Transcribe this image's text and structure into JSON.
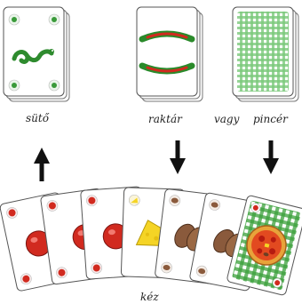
{
  "labels": {
    "oven": "sütő",
    "storage": "raktár",
    "or": "vagy",
    "waiter": "pincér",
    "hand": "kéz"
  },
  "decks": {
    "oven_card": {
      "icon": "green-worm-icon",
      "count": 3
    },
    "storage_card": {
      "icon": "mamma-mia-logo",
      "count": 3
    },
    "waiter_card": {
      "icon": "green-checkered-card-back",
      "count": 3
    }
  },
  "arrows": [
    {
      "from": "hand",
      "to": "oven",
      "direction": "up"
    },
    {
      "from": "storage",
      "to": "hand",
      "direction": "down"
    },
    {
      "from": "waiter",
      "to": "hand",
      "direction": "down"
    }
  ],
  "hand_cards": [
    {
      "ingredient": "tomato",
      "icon": "tomato-icon"
    },
    {
      "ingredient": "tomato",
      "icon": "tomato-icon"
    },
    {
      "ingredient": "tomato",
      "icon": "tomato-icon"
    },
    {
      "ingredient": "cheese",
      "icon": "cheese-icon"
    },
    {
      "ingredient": "mushroom",
      "icon": "mushroom-icon"
    },
    {
      "ingredient": "mushroom",
      "icon": "mushroom-icon"
    },
    {
      "ingredient": "pizza order",
      "icon": "pizza-icon"
    }
  ],
  "colors": {
    "card_edge": "#888888",
    "tomato": "#d12a1f",
    "cheese": "#f5d425",
    "mushroom": "#8a5a3c",
    "green": "#3a9a3a"
  }
}
